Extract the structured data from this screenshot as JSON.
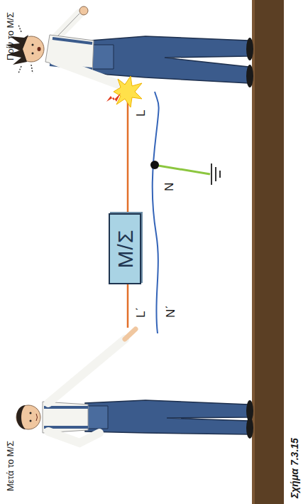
{
  "diagram": {
    "caption": "Σχήμα 7.3.15",
    "nodes": [
      {
        "text": [
          "Μ/Σ"
        ]
      }
    ],
    "labels": [
      "Πρίν το Μ/Σ",
      "Μετά το Μ/Σ",
      "L",
      "N",
      "L΄",
      "N΄"
    ]
  }
}
